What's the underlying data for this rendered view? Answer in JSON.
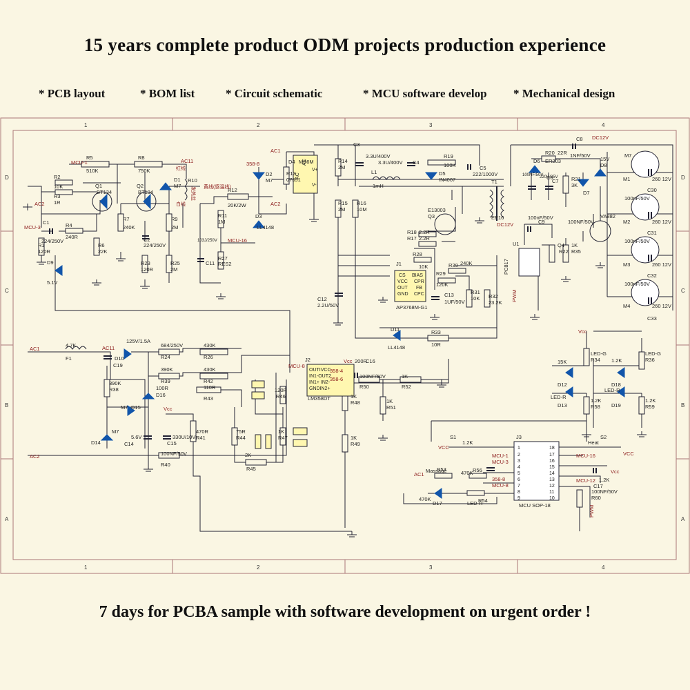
{
  "headline": "15 years complete product ODM projects production experience",
  "features": [
    "* PCB layout",
    "* BOM list",
    "* Circuit schematic",
    "* MCU software develop",
    "* Mechanical design"
  ],
  "footer": "7 days for PCBA sample with software development on urgent order !",
  "schematic": {
    "columns": [
      "1",
      "2",
      "3",
      "4"
    ],
    "rows": [
      "D",
      "C",
      "B",
      "A"
    ],
    "nets": [
      "MCU-1",
      "AC2",
      "AC11",
      "MCU-3",
      "358-8",
      "AC1",
      "MCU-16",
      "DC12V",
      "MCU-8",
      "Vcc",
      "VCC",
      "MCU-12",
      "358-6",
      "358-4",
      "PWM",
      "AC2"
    ],
    "chip_labels": [
      "J1",
      "AP3768M-G1",
      "J2",
      "LM358DT",
      "J3",
      "MCU  SOP-18",
      "D4",
      "MB6M",
      "T1",
      "EE16",
      "U1",
      "PC817"
    ],
    "pin_labels": [
      "CS",
      "BIAS",
      "VCC",
      "CPR",
      "OUT",
      "FB",
      "GND",
      "CPC",
      "OUTIVCC",
      "IN1-OUT2",
      "IN1+ IN2-",
      "GNDIN2+",
      "AC",
      "AC",
      "V+",
      "V-"
    ],
    "j3_left_pins": [
      "1",
      "2",
      "3",
      "4",
      "5",
      "6",
      "7",
      "8",
      "9"
    ],
    "j3_right_pins": [
      "18",
      "17",
      "16",
      "15",
      "14",
      "13",
      "12",
      "11",
      "10"
    ],
    "components": [
      "R5",
      "510K",
      "R8",
      "750K",
      "R10",
      "R2",
      "10K",
      "R3",
      "1R",
      "Q1",
      "BT134",
      "Q2",
      "BT134",
      "D1",
      "M7",
      "C1",
      "224/250V",
      "R4",
      "240R",
      "R7",
      "240K",
      "R9",
      "2M",
      "R1",
      "120R",
      "R6",
      "22K",
      "C2",
      "224/250V",
      "D9",
      "5.1V",
      "R23",
      "120R",
      "R25",
      "2M",
      "R12",
      "20K/2W",
      "R11",
      "1M",
      "C11",
      "103J/250V",
      "R27",
      "RES2",
      "D2",
      "M7",
      "R13",
      "07391",
      "D3",
      "LL4148",
      "C3",
      "R14",
      "2M",
      "3.3U/400V",
      "3.3U/400V",
      "C4",
      "L1",
      "1mH",
      "R15",
      "2M",
      "R16",
      "10M",
      "C12",
      "2.2U/50V",
      "R19",
      "100K",
      "C5",
      "222/1000V",
      "D5",
      "IN4007",
      "E13003",
      "Q3",
      "R18",
      "2.2R",
      "R17",
      "2.2R",
      "R28",
      "10K",
      "R30",
      "240K",
      "R29",
      "120K",
      "C13",
      "1UF/50V",
      "R31",
      "10K",
      "R32",
      "23.2K",
      "D11",
      "LL4148",
      "R33",
      "10R",
      "R20",
      "22R",
      "C8",
      "1NF/50V",
      "D6",
      "ER203",
      "C6",
      "100NF/50V",
      "C7",
      "220U/25V",
      "R21",
      "3K",
      "D7",
      "15V",
      "D8",
      "M7",
      "M1",
      "260  12V",
      "C30",
      "100nF/50V",
      "M2",
      "260  12V",
      "C31",
      "100nF/50V",
      "M3",
      "260  12V",
      "C32",
      "100nF/50V",
      "M4",
      "260  12V",
      "C33",
      "100nF/50V",
      "C9",
      "100NF/50V",
      "VA882",
      "Q4",
      "R22",
      "1K",
      "R35",
      "4.7K",
      "F1",
      "125V/1.5A",
      "D10",
      "C19",
      "684/250V",
      "R24",
      "430K",
      "R26",
      "390K",
      "R39",
      "430K",
      "R42",
      "390K",
      "R38",
      "100R",
      "D16",
      "M7",
      "D15",
      "M7",
      "D14",
      "5.6V",
      "C14",
      "330U/10V",
      "C15",
      "100NF/50V",
      "R40",
      "470R",
      "R41",
      "110R",
      "R43",
      "75R",
      "R44",
      "2K",
      "R45",
      "120R",
      "R46",
      "1K",
      "R47",
      "200R",
      "C16",
      "100NF/50V",
      "R50",
      "1K",
      "R52",
      "1K",
      "R48",
      "1K",
      "R49",
      "1K",
      "R51",
      "15K",
      "D12",
      "LED-R",
      "D13",
      "LED-G",
      "R34",
      "1.2K",
      "R58",
      "1.2K",
      "D18",
      "LED-R",
      "D19",
      "LED-G",
      "R36",
      "1.2K",
      "R59",
      "1.2K",
      "S1",
      "Heat",
      "S2",
      "Massage",
      "R53",
      "470K",
      "R56",
      "470K",
      "D17",
      "LED-R",
      "R54",
      "1.2K",
      "C17",
      "100NF/50V",
      "R60",
      "2K"
    ],
    "chinese_labels": [
      "红线",
      "发热丝",
      "白线",
      "黄线(感温线)"
    ]
  }
}
